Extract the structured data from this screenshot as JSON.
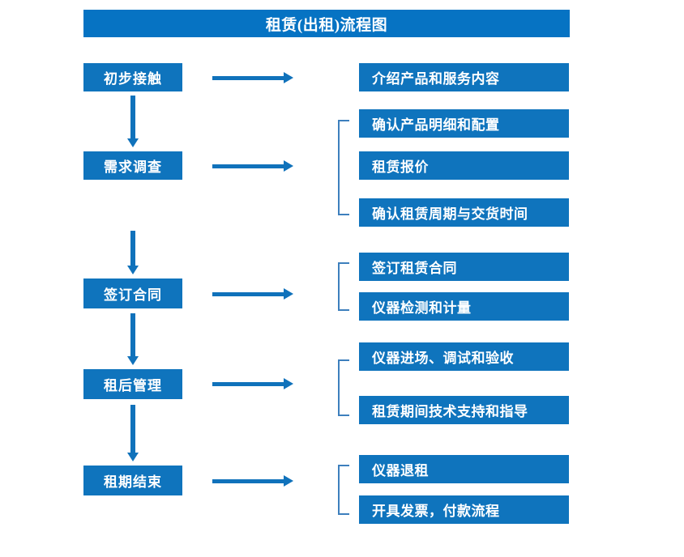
{
  "diagram": {
    "title": "租赁(出租)流程图",
    "colors": {
      "title_bar": "#0673c3",
      "box_fill": "#0f74bd",
      "box_text": "#ffffff",
      "arrow": "#1072bb",
      "bracket": "#3d7fbd",
      "background": "#ffffff"
    },
    "stages": [
      {
        "label": "初步接触"
      },
      {
        "label": "需求调查"
      },
      {
        "label": "签订合同"
      },
      {
        "label": "租后管理"
      },
      {
        "label": "租期结束"
      }
    ],
    "groups": [
      {
        "stage": "初步接触",
        "bracket": false,
        "details": [
          {
            "label": "介绍产品和服务内容"
          }
        ]
      },
      {
        "stage": "需求调查",
        "bracket": true,
        "details": [
          {
            "label": "确认产品明细和配置"
          },
          {
            "label": "租赁报价"
          },
          {
            "label": "确认租赁周期与交货时间"
          }
        ]
      },
      {
        "stage": "签订合同",
        "bracket": true,
        "details": [
          {
            "label": "签订租赁合同"
          },
          {
            "label": "仪器检测和计量"
          }
        ]
      },
      {
        "stage": "租后管理",
        "bracket": true,
        "details": [
          {
            "label": "仪器进场、调试和验收"
          },
          {
            "label": "租赁期间技术支持和指导"
          }
        ]
      },
      {
        "stage": "租期结束",
        "bracket": true,
        "details": [
          {
            "label": "仪器退租"
          },
          {
            "label": "开具发票，付款流程"
          }
        ]
      }
    ],
    "connectors": {
      "horizontal_arrow_count": 5,
      "vertical_arrow_count": 4
    }
  }
}
